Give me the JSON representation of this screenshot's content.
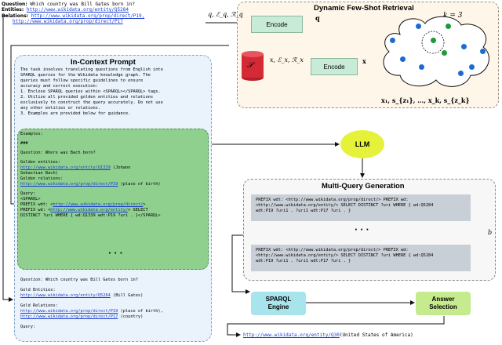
{
  "top_query": {
    "question_label": "Question:",
    "question": "Which country was Bill Gates born in?",
    "entities_label": "Entities:",
    "entity_link": "http://www.wikidata.org/entity/Q5284",
    "relations_label": "Relations:",
    "relation_link_1": "http://www.wikidata.org/prop/direct/P19,",
    "relation_link_2": "http://www.wikidata.org/prop/direct/P17"
  },
  "retrieval": {
    "title": "Dynamic Few-Shot Retrieval",
    "query_inputs": "q, ℰ_q, ℛ_q",
    "encode_top": "Encode",
    "q_vector": "q",
    "db_symbol": "𝒮",
    "example_inputs": "x, ℰ_x, ℛ_x",
    "encode_bottom": "Encode",
    "x_vector": "x",
    "k_label": "k = 3",
    "output_vectors": "x₁, s_{z₁}, …, x_k, s_{z_k}"
  },
  "prompt": {
    "title": "In-Context Prompt",
    "instructions": [
      "The task involves translating questions from English into",
      "SPARQL queries for the Wikidata knowledge graph. The",
      "queries must follow specific guidelines to ensure",
      "accuracy and correct execution:",
      "1. Enclose SPARQL queries within <SPARQL></SPARQL> tags.",
      "2. Utilize all provided golden entities and relations",
      "exclusively to construct the query accurately. Do not use",
      "any other entities or relations.",
      "3. Examples are provided below for guidance."
    ],
    "examples": {
      "header": "Examples:",
      "sep": "###",
      "question": "Question: Where was Bach born?",
      "golden_entities_label": "Golden entities:",
      "entity_link": "http://www.wikidata.org/entity/Q1339",
      "entity_note_1": "(Johann",
      "entity_note_2": "Sebastian Bach)",
      "golden_relations_label": "Golden relations:",
      "relation_link": "http://www.wikidata.org/prop/direct/P19",
      "relation_note": "(place of birth)",
      "query_label": "Query:",
      "sparql_open": "<SPARQL>",
      "prefix1_pre": "PREFIX wdt: <",
      "prefix1_link": "http://www.wikidata.org/prop/direct/",
      "prefix1_post": ">",
      "prefix2_pre": "PREFIX wd: <",
      "prefix2_link": "http://www.wikidata.org/entity/",
      "prefix2_post": "> SELECT",
      "select_line": "DISTINCT ?uri WHERE { wd:Q1339 wdt:P19 ?uri . }</SPARQL>",
      "ellipsis": "· · ·"
    },
    "final_question": "Question: Which country was Bill Gates born in?",
    "gold_entities_label": "Gold Entities:",
    "gold_entity_link": "http://www.wikidata.org/entity/Q5284",
    "gold_entity_note": "(Bill Gates)",
    "gold_relations_label": "Gold Relations:",
    "gold_relation_link_1": "http://www.wikidata.org/prop/direct/P19",
    "gold_relation_note_1": "(place of birth),",
    "gold_relation_link_2": "http://www.wikidata.org/prop/direct/P17",
    "gold_relation_note_2": "(country)",
    "query_label": "Query:"
  },
  "llm": {
    "label": "LLM"
  },
  "multi_query": {
    "title": "Multi-Query Generation",
    "query1": [
      "PREFIX wdt: <http://www.wikidata.org/prop/direct/>  PREFIX wd:",
      "<http://www.wikidata.org/entity/> SELECT DISTINCT ?uri WHERE { wd:Q5284",
      "wdt:P19 ?uri1 . ?uri1 wdt:P17 ?uri . }"
    ],
    "ellipsis": "· · ·",
    "query2": [
      "PREFIX wdt: <http://www.wikidata.org/prop/direct/>  PREFIX wd:",
      "<http://www.wikidata.org/entity/> SELECT DISTINCT ?uri WHERE { wd:Q5284",
      "wdt:P19 ?uri1 . ?uri1 wdt:P17 ?uri . }"
    ],
    "b_label": "b"
  },
  "sparql_engine": {
    "line1": "SPARQL",
    "line2": "Engine"
  },
  "answer_selection": {
    "line1": "Answer",
    "line2": "Selection"
  },
  "answer": {
    "link": "http://www.wikidata.org/entity/Q30",
    "note": "(United States of America)"
  },
  "colors": {
    "encode": "#c7ebd6",
    "db": "#d42a36",
    "llm": "#e6f23a",
    "sparql": "#a8e4ec",
    "answer": "#c5eb8e",
    "retrieval_bg": "#fef6e9",
    "prompt_bg": "#eaf2fb",
    "examples_bg": "#8fd08e",
    "point_blue": "#1c6bd3",
    "point_green": "#1d9a3a"
  }
}
